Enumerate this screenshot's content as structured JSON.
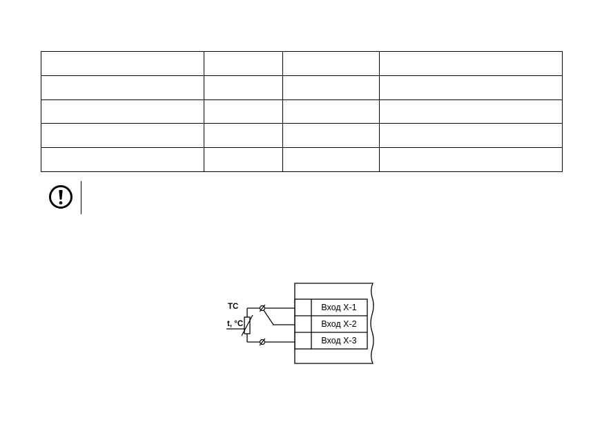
{
  "table": {
    "rows": [
      [
        "",
        "",
        "",
        ""
      ],
      [
        "",
        "",
        "",
        ""
      ],
      [
        "",
        "",
        "",
        ""
      ],
      [
        "",
        "",
        "",
        ""
      ],
      [
        "",
        "",
        "",
        ""
      ]
    ]
  },
  "warning": {
    "icon": "exclamation-circle-icon",
    "text": ""
  },
  "diagram": {
    "sensor_label": "ТС",
    "temp_label": "t, °C",
    "inputs": [
      "Вход Х-1",
      "Вход Х-2",
      "Вход Х-3"
    ],
    "terminal_icon": "screw-terminal-icon"
  }
}
